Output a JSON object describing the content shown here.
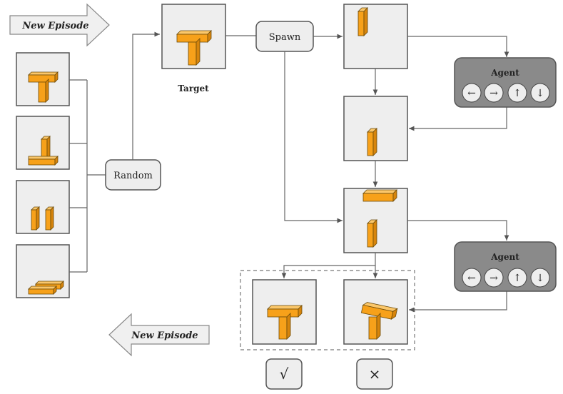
{
  "top_arrow_label": "New Episode",
  "bottom_arrow_label": "New Episode",
  "random_label": "Random",
  "spawn_label": "Spawn",
  "target_label": "Target",
  "agent_top": {
    "title": "Agent",
    "buttons": [
      {
        "icon": "arrow-left-icon",
        "glyph": "←"
      },
      {
        "icon": "arrow-right-icon",
        "glyph": "→"
      },
      {
        "icon": "arrow-up-icon",
        "glyph": "↑"
      },
      {
        "icon": "arrow-down-icon",
        "glyph": "↓"
      }
    ]
  },
  "agent_bottom": {
    "title": "Agent",
    "buttons": [
      {
        "icon": "arrow-left-icon",
        "glyph": "←"
      },
      {
        "icon": "arrow-right-icon",
        "glyph": "→"
      },
      {
        "icon": "arrow-up-icon",
        "glyph": "↑"
      },
      {
        "icon": "arrow-down-icon",
        "glyph": "↓"
      }
    ]
  },
  "result_success_glyph": "√",
  "result_fail_glyph": "×",
  "colors": {
    "block_front": "#f7a11a",
    "block_top": "#fbc76a",
    "block_side": "#d7850c",
    "panel_fill": "#eeeeee",
    "panel_stroke": "#555555",
    "agent_fill": "#8a8a8a"
  }
}
